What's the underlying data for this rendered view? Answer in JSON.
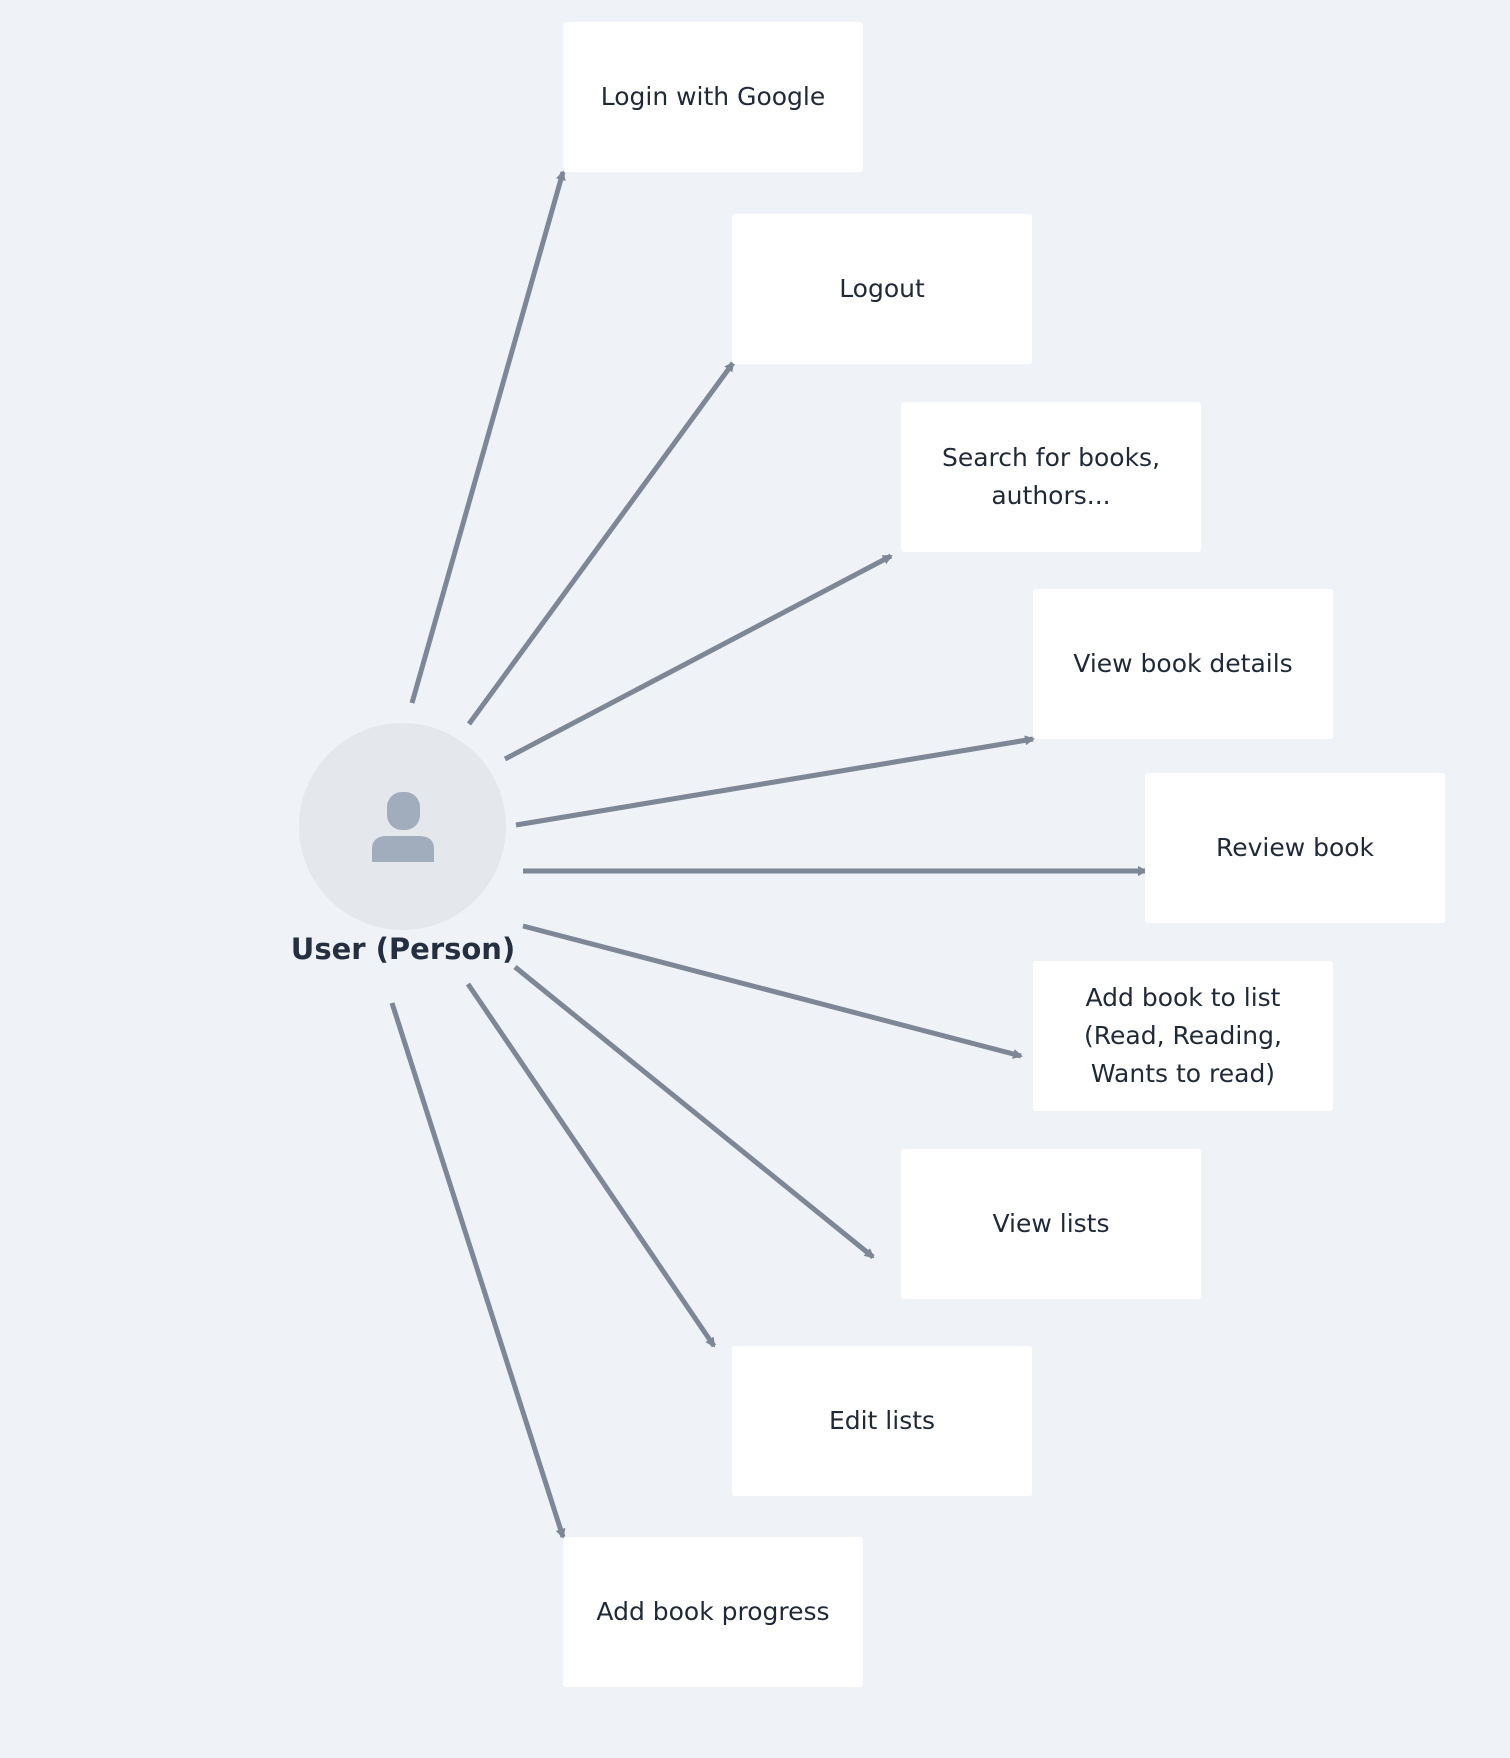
{
  "actor": {
    "label": "User (Person)",
    "icon": "person-icon"
  },
  "use_cases": [
    {
      "id": "login-with-google",
      "label": "Login with Google"
    },
    {
      "id": "logout",
      "label": "Logout"
    },
    {
      "id": "search-books-authors",
      "label": "Search for books,\nauthors..."
    },
    {
      "id": "view-book-details",
      "label": "View book details"
    },
    {
      "id": "review-book",
      "label": "Review book"
    },
    {
      "id": "add-book-to-list",
      "label": "Add book to list\n(Read, Reading,\nWants to read)"
    },
    {
      "id": "view-lists",
      "label": "View lists"
    },
    {
      "id": "edit-lists",
      "label": "Edit lists"
    },
    {
      "id": "add-book-progress",
      "label": "Add book progress"
    }
  ],
  "colors": {
    "background": "#eff3f7",
    "box": "#ffffff",
    "arrow": "#7d8795",
    "actor_circle": "#e4e7eb",
    "actor_icon": "#a1adbc",
    "text": "#1f2937"
  }
}
